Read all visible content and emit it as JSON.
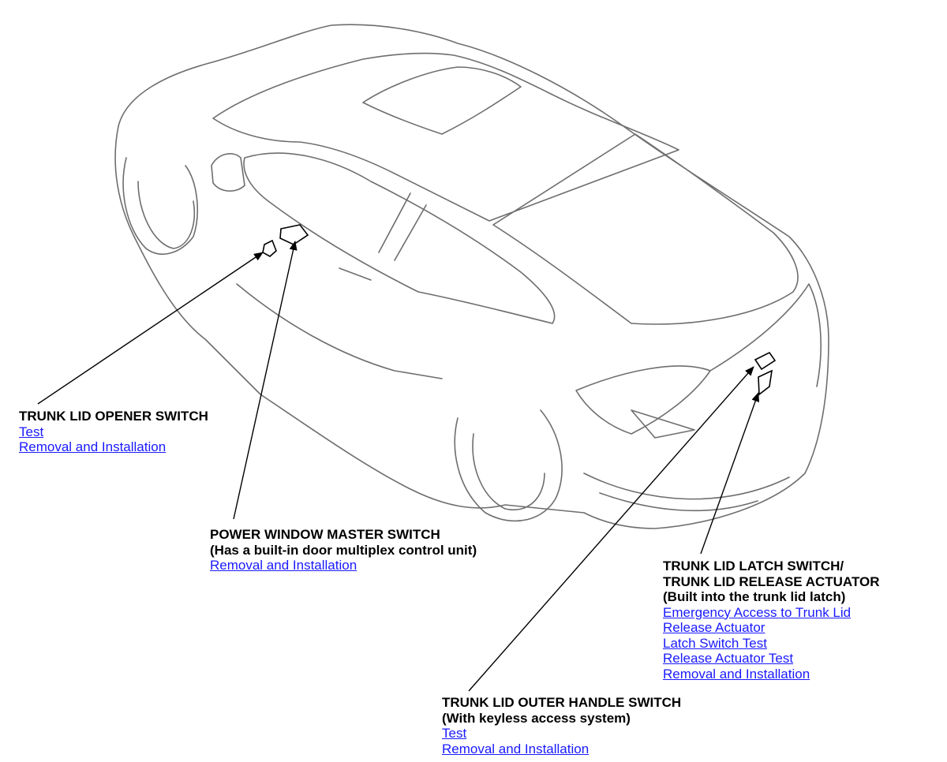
{
  "components": {
    "trunk_lid_opener_switch": {
      "title": "TRUNK LID OPENER SWITCH",
      "links": [
        "Test",
        "Removal and Installation"
      ]
    },
    "power_window_master_switch": {
      "title": "POWER WINDOW MASTER SWITCH",
      "note": "(Has a built-in door multiplex control unit)",
      "links": [
        "Removal and Installation"
      ]
    },
    "trunk_lid_latch_switch": {
      "title_line1": "TRUNK LID LATCH SWITCH/",
      "title_line2": "TRUNK LID RELEASE ACTUATOR",
      "note": "(Built into the trunk lid latch)",
      "links": [
        "Emergency Access to Trunk Lid",
        "Release Actuator",
        "Latch Switch Test",
        "Release Actuator Test",
        "Removal and Installation"
      ]
    },
    "trunk_lid_outer_handle_switch": {
      "title": "TRUNK LID OUTER HANDLE SWITCH",
      "note": "(With keyless access system)",
      "links": [
        "Test",
        "Removal and Installation"
      ]
    }
  },
  "colors": {
    "link": "#1a1aff",
    "label": "#000000",
    "car_outline": "#6e6e6e"
  }
}
